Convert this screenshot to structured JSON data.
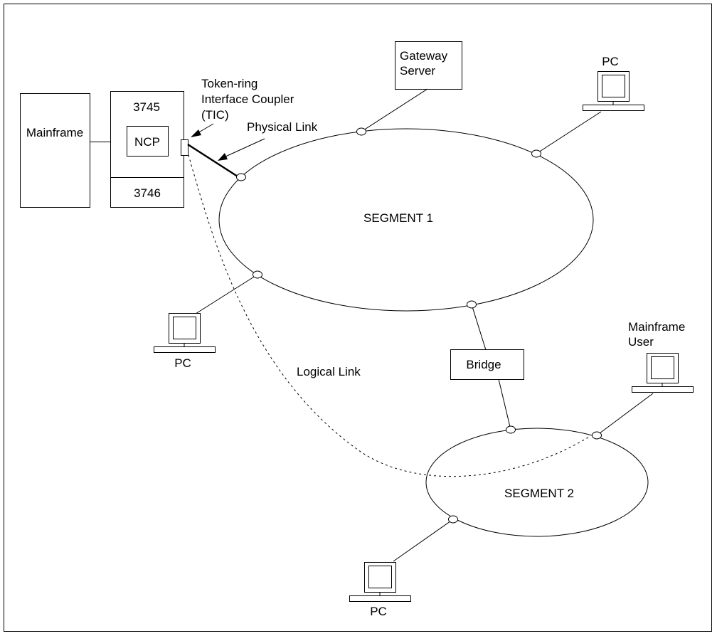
{
  "labels": {
    "mainframe": "Mainframe",
    "controller_3745": "3745",
    "ncp": "NCP",
    "controller_3746": "3746",
    "tic_line1": "Token-ring",
    "tic_line2": "Interface Coupler",
    "tic_line3": "(TIC)",
    "physical_link": "Physical Link",
    "gateway_line1": "Gateway",
    "gateway_line2": "Server",
    "segment1": "SEGMENT 1",
    "segment2": "SEGMENT 2",
    "bridge": "Bridge",
    "logical_link": "Logical Link",
    "pc_top_right": "PC",
    "pc_left": "PC",
    "pc_bottom": "PC",
    "mainframe_user_line1": "Mainframe",
    "mainframe_user_line2": "User"
  },
  "colors": {
    "stroke": "#000000",
    "background": "#ffffff"
  }
}
